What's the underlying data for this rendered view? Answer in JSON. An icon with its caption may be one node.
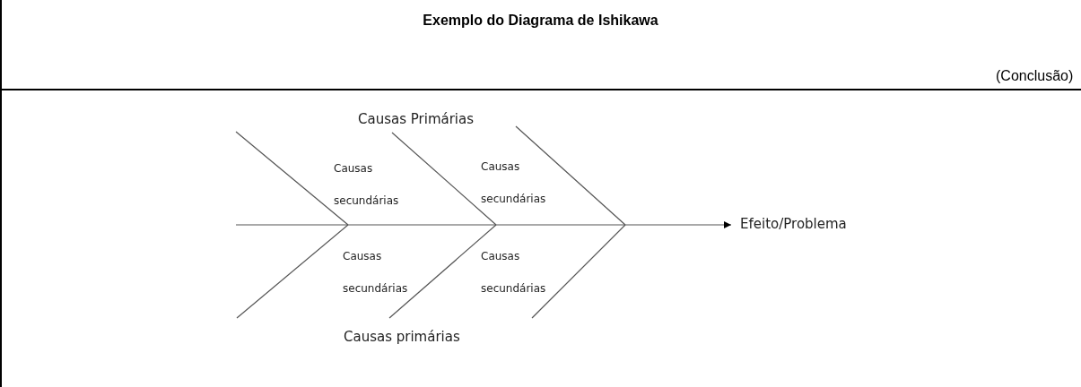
{
  "diagram": {
    "title": "Exemplo do Diagrama de Ishikawa",
    "nodes": [
      {
        "text": [],
        "shape": "picture"
      },
      {
        "text": [
          "Efeito/Problema"
        ]
      }
    ],
    "edges": [
      {
        "from": 0,
        "to": 1,
        "arrow": "to"
      }
    ],
    "labels": [
      "(Conclusão)",
      "Causas Primárias",
      "Causas secundárias",
      "Causas secundárias",
      "Causas secundárias",
      "Causas secundárias",
      "Causas primárias"
    ]
  }
}
